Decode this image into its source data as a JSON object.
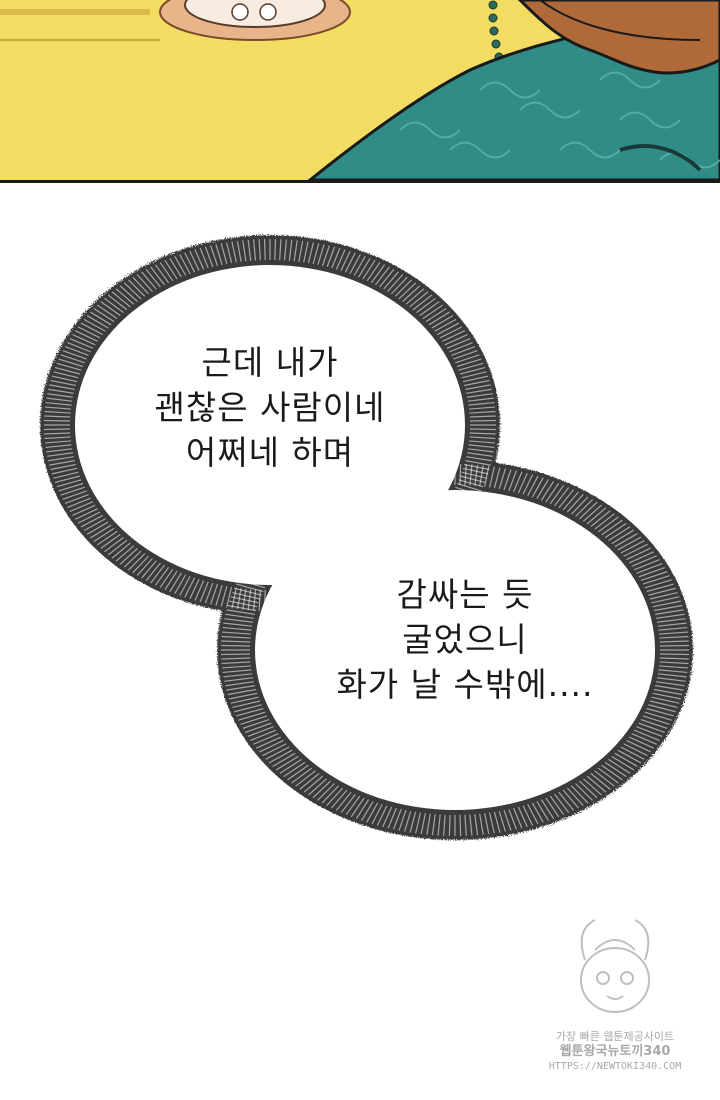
{
  "panel_top": {
    "colors": {
      "wall": "#f2dc62",
      "robe": "#2f8c86",
      "collar": "#b06a3a",
      "cushion": "#e8b48a"
    }
  },
  "bubbles": [
    {
      "lines": [
        "근데 내가",
        "괜찮은 사람이네",
        "어쩌네 하며"
      ]
    },
    {
      "lines": [
        "감싸는 듯",
        "굴었으니",
        "화가 날 수밖에...."
      ]
    }
  ],
  "watermark": {
    "line1": "가장 빠른 웹툰제공사이트",
    "line2": "웹툰왕국뉴토끼340",
    "line3": "HTTPS://NEWTOKI340.COM"
  }
}
